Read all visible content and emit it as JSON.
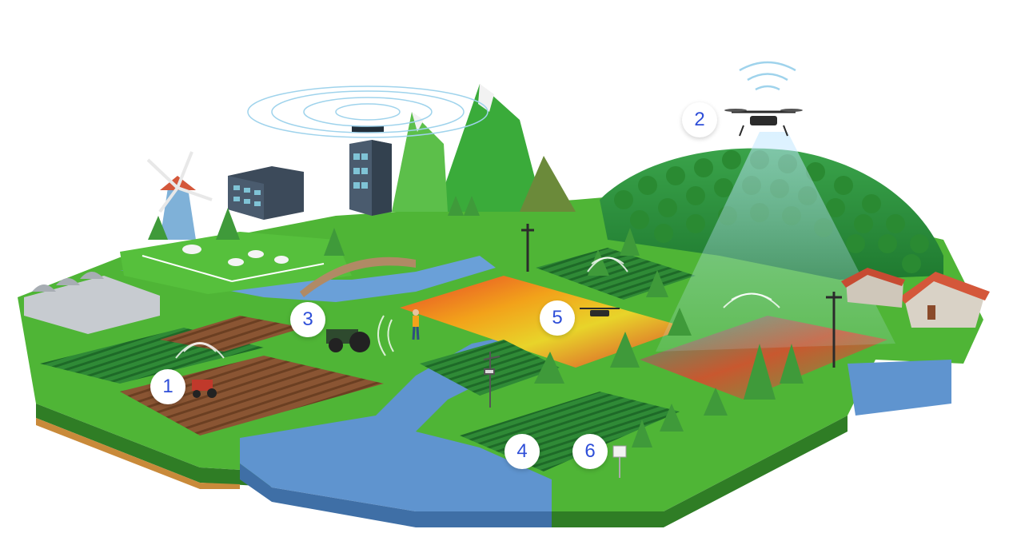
{
  "markers": [
    {
      "id": "m1",
      "label": "1"
    },
    {
      "id": "m2",
      "label": "2"
    },
    {
      "id": "m3",
      "label": "3"
    },
    {
      "id": "m4",
      "label": "4"
    },
    {
      "id": "m5",
      "label": "5"
    },
    {
      "id": "m6",
      "label": "6"
    }
  ],
  "colors": {
    "marker_text": "#2f4fd8",
    "grass": "#5cbf3a",
    "water": "#5b8fc9",
    "soil": "#7a4a2a",
    "tree": "#2e8b2e"
  },
  "icons": [
    "windmill-icon",
    "office-building-icon",
    "greenhouse-icon",
    "cow-icon",
    "tractor-icon",
    "drone-icon",
    "bridge-icon",
    "weather-station-icon",
    "soil-sensor-icon",
    "house-icon",
    "power-pole-icon",
    "signal-waves-icon",
    "farmer-icon"
  ]
}
